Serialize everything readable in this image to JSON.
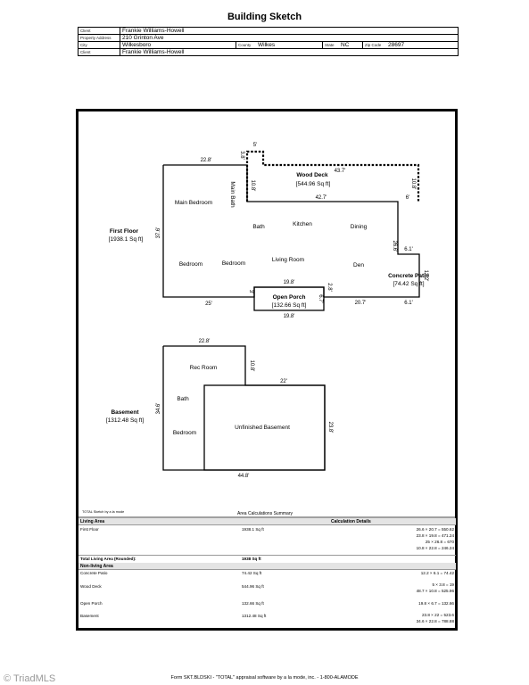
{
  "page_title": "Building Sketch",
  "header": {
    "client_label": "Client",
    "client": "Frankie Williams-Howell",
    "address_label": "Property Address",
    "address": "210 Grinton Ave",
    "city_label": "City",
    "city": "Wilkesboro",
    "county_label": "County",
    "county": "Wilkes",
    "state_label": "State",
    "state": "NC",
    "zip_label": "Zip Code",
    "zip": "28697",
    "client2_label": "Client",
    "client2": "Frankie Williams-Howell"
  },
  "sketch": {
    "first_floor_label": "First Floor",
    "first_floor_area": "[1938.1 Sq ft]",
    "wood_deck_label": "Wood Deck",
    "wood_deck_area": "[544.96 Sq ft]",
    "concrete_patio_label": "Concrete Patio",
    "concrete_patio_area": "[74.42 Sq ft]",
    "open_porch_label": "Open Porch",
    "open_porch_area": "[132.66 Sq ft]",
    "basement_label": "Basement",
    "basement_area": "[1312.48 Sq ft]",
    "rooms": {
      "main_bedroom": "Main Bedroom",
      "main_bath": "Main Bath",
      "bath": "Bath",
      "kitchen": "Kitchen",
      "dining": "Dining",
      "bedroom1": "Bedroom",
      "bedroom2": "Bedroom",
      "living_room": "Living Room",
      "den": "Den",
      "rec_room": "Rec Room",
      "basement_bath": "Bath",
      "basement_bedroom": "Bedroom",
      "unfinished_basement": "Unfinished Basement"
    },
    "dims": {
      "d_22_8_top": "22.8'",
      "d_5": "5'",
      "d_3_8": "3.8'",
      "d_43_7": "43.7'",
      "d_10_8_left": "10.8'",
      "d_10_8_right": "10.8'",
      "d_42_7": "42.7'",
      "d_6": "6'",
      "d_37_6": "37.6'",
      "d_26_6": "26.6'",
      "d_6_1_top": "6.1'",
      "d_12_2": "12.2'",
      "d_19_8_top": "19.8'",
      "d_2_8": "2.8'",
      "d_3": "3'",
      "d_6_7": "6.7'",
      "d_25": "25'",
      "d_20_7": "20.7'",
      "d_6_1_bot": "6.1'",
      "d_19_8_bot": "19.8'",
      "b_22_8": "22.8'",
      "b_10_8": "10.8'",
      "b_22": "22'",
      "b_34_6": "34.6'",
      "b_23_8": "23.8'",
      "b_44_8": "44.8'"
    },
    "small_note": "TOTAL Sketch by a la mode",
    "calc_title": "Area Calculations Summary"
  },
  "calc": {
    "living_area_hd": "Living Area",
    "calc_details_hd": "Calculation Details",
    "first_floor": "First Floor",
    "first_floor_sqft": "1938.1 Sq ft",
    "ff_lines": [
      "26.6 × 20.7 = 550.62",
      "23.8 × 19.8 = 471.24",
      "25 × 26.8 = 670",
      "10.8 × 22.8 = 246.24"
    ],
    "total_label": "Total Living Area (Rounded):",
    "total_value": "1938 Sq ft",
    "non_living_hd": "Non-living Area",
    "patio": "Concrete Patio",
    "patio_sqft": "74.42 Sq ft",
    "patio_lines": [
      "12.2 × 6.1 = 74.42"
    ],
    "deck": "Wood Deck",
    "deck_sqft": "544.96 Sq ft",
    "deck_lines": [
      "5 × 3.8 = 19",
      "48.7 × 10.8 = 525.96"
    ],
    "porch": "Open Porch",
    "porch_sqft": "132.66 Sq ft",
    "porch_lines": [
      "19.8 × 6.7 = 132.66"
    ],
    "basement": "Basement",
    "basement_sqft": "1312.48 Sq ft",
    "basement_lines": [
      "23.8 × 22 = 523.6",
      "34.6 × 22.8 = 788.88"
    ]
  },
  "footer": "Form SKT.BLDSKI - \"TOTAL\" appraisal software by a la mode, inc. - 1-800-ALAMODE",
  "watermark": "© TriadMLS"
}
